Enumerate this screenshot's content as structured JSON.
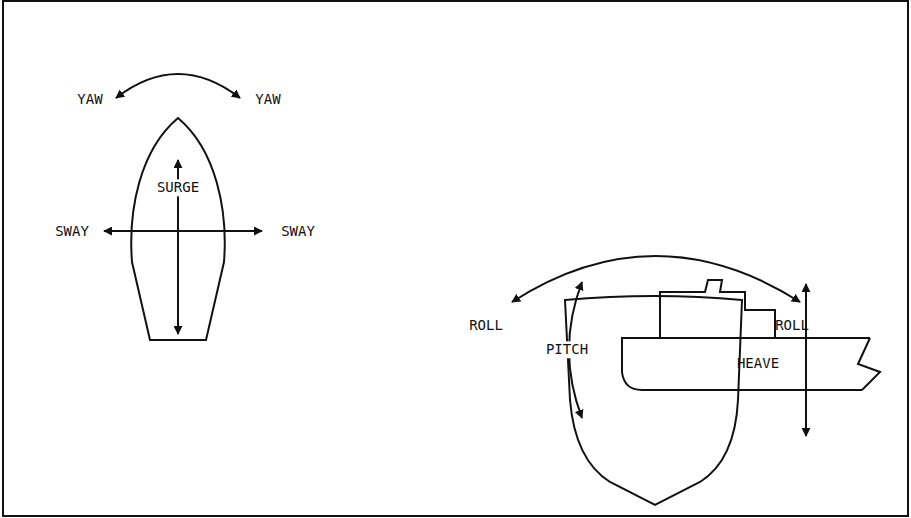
{
  "diagram": {
    "labels": [
      "YAW",
      "YAW",
      "SURGE",
      "SWAY",
      "SWAY",
      "PITCH",
      "HEAVE",
      "ROLL",
      "ROLL"
    ]
  }
}
